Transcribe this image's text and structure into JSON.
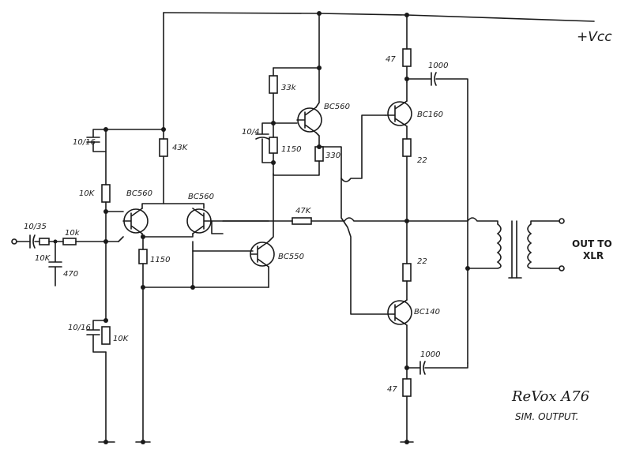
{
  "supply": {
    "label": "+Vcc"
  },
  "components": {
    "c_input": "10/35",
    "r_input": "10k",
    "c_filter": "10K",
    "c_filter_b": "470",
    "c_upper_left": "10/16",
    "r_10k_upper": "10K",
    "r_43k": "43K",
    "q1": "BC560",
    "q2": "BC560",
    "r_1150_low": "1150",
    "q3": "BC550",
    "c_lower_left": "10/16",
    "r_10k_lower": "10K",
    "r_33k": "33k",
    "c_10u": "10/4",
    "r_1150_mid": "1150",
    "q4": "BC560",
    "r_330": "330",
    "r_47k": "47K",
    "r_47_top": "47",
    "c_1000_top": "1000",
    "q5": "BC160",
    "r_22_top": "22",
    "r_22_bottom": "22",
    "q6": "BC140",
    "c_1000_bottom": "1000",
    "r_47_bottom": "47"
  },
  "output": {
    "line1": "OUT TO",
    "line2": "XLR"
  },
  "title": {
    "line1": "ReVox A76",
    "line2": "SIM. OUTPUT."
  }
}
